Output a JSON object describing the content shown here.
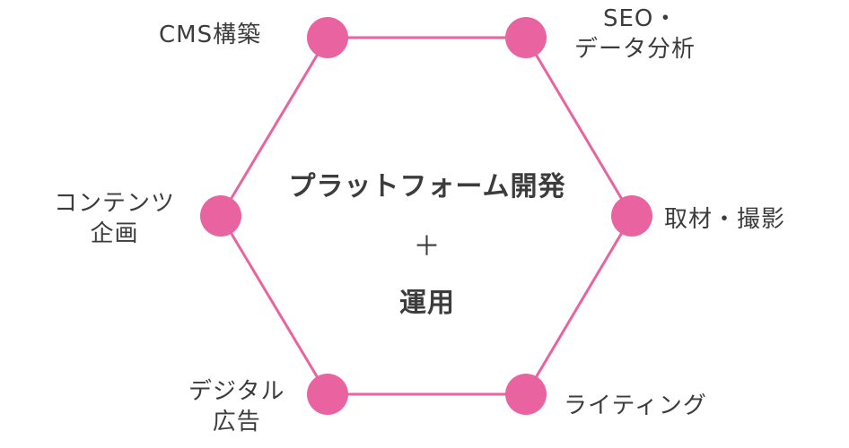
{
  "diagram": {
    "center": {
      "line1": "プラットフォーム開発",
      "plus": "＋",
      "line2": "運用"
    },
    "nodes": [
      {
        "id": "cms",
        "label_line1": "CMS構築",
        "label_line2": ""
      },
      {
        "id": "seo",
        "label_line1": "SEO・",
        "label_line2": "データ分析"
      },
      {
        "id": "interview",
        "label_line1": "取材・撮影",
        "label_line2": ""
      },
      {
        "id": "writing",
        "label_line1": "ライティング",
        "label_line2": ""
      },
      {
        "id": "ads",
        "label_line1": "デジタル",
        "label_line2": "広告"
      },
      {
        "id": "content",
        "label_line1": "コンテンツ",
        "label_line2": "企画"
      }
    ]
  },
  "colors": {
    "accent": "#e8639f",
    "text": "#3c3c3c",
    "background": "#ffffff"
  }
}
